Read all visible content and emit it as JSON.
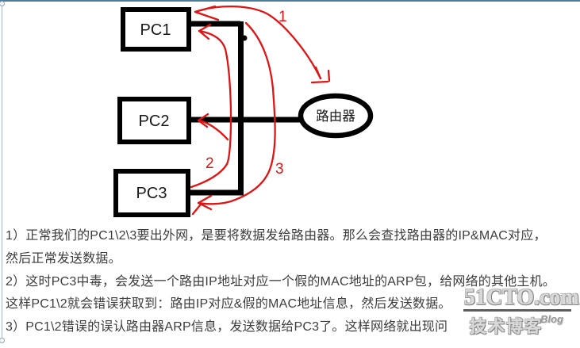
{
  "diagram": {
    "nodes": {
      "pc1": {
        "label": "PC1"
      },
      "pc2": {
        "label": "PC2"
      },
      "pc3": {
        "label": "PC3"
      },
      "router": {
        "label": "路由器"
      }
    },
    "arrows": {
      "arrow1": {
        "label": "1"
      },
      "arrow2": {
        "label": "2"
      },
      "arrow3": {
        "label": "3"
      }
    },
    "colors": {
      "annotation_red": "#e01414",
      "line_black": "#000000"
    }
  },
  "explanation": {
    "lines": [
      "1）正常我们的PC1\\2\\3要出外网，是要将数据发给路由器。那么会查找路由器的IP&MAC对应，",
      "然后正常发送数据。",
      "2）这时PC3中毒，会发送一个路由IP地址对应一个假的MAC地址的ARP包，给网络的其他主机。",
      "这样PC1\\2就会错误获取到：路由IP对应&假的MAC地址信息，然后发送数据。",
      "3）PC1\\2错误的误认路由器ARP信息，发送数据给PC3了。这样网络就出现问"
    ]
  },
  "watermark": {
    "site": "51CTO.com",
    "tagline": "技术博客",
    "blog": "Blog"
  }
}
